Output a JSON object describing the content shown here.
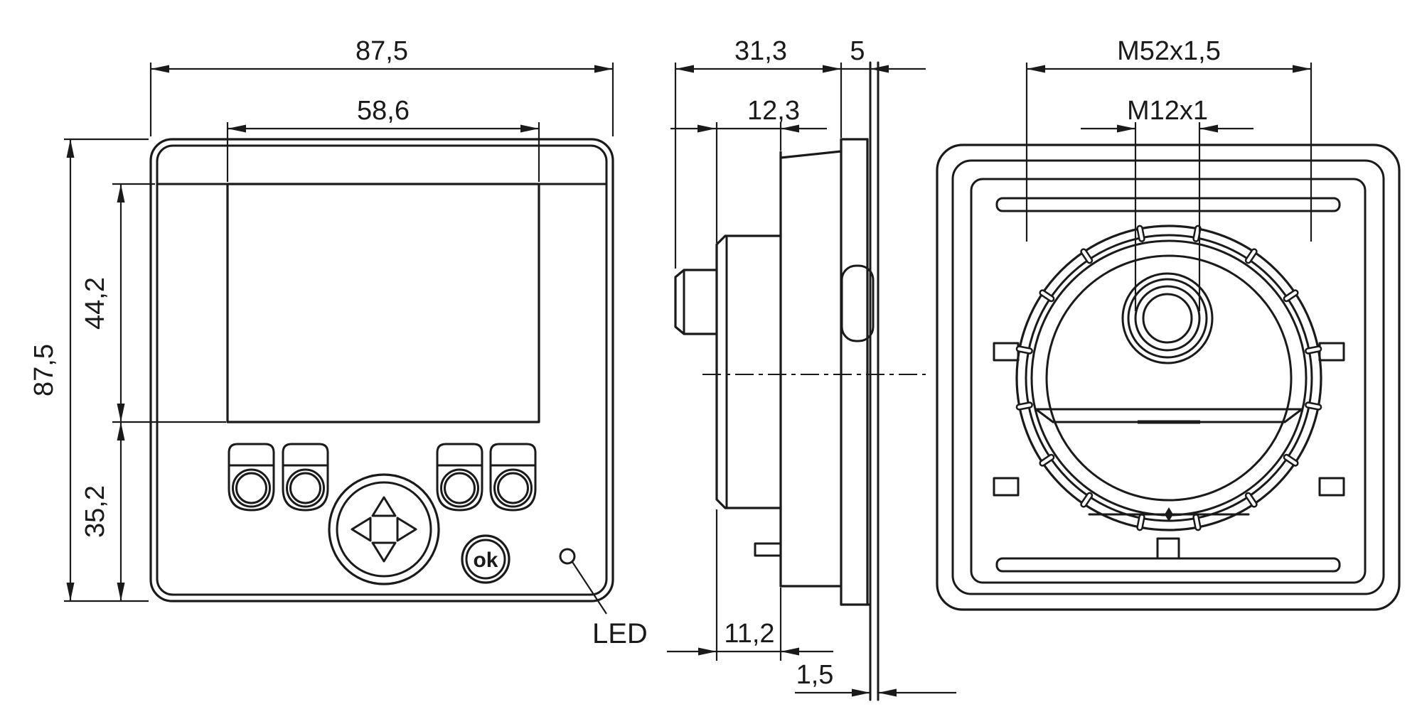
{
  "drawing": {
    "background": "#ffffff",
    "line_color": "#1a1a1a",
    "views": {
      "front": {
        "dims": {
          "overall_width": "87,5",
          "display_width": "58,6",
          "overall_height": "87,5",
          "display_height": "44,2",
          "keypad_height": "35,2"
        },
        "led_label": "LED",
        "ok_label": "ok"
      },
      "side": {
        "dims": {
          "mounting_depth": "31,3",
          "bezel_depth": "5",
          "thread_depth": "12,3",
          "rear_depth": "11,2",
          "panel_thickness": "1,5"
        }
      },
      "rear": {
        "dims": {
          "mounting_thread": "M52x1,5",
          "connector_thread": "M12x1"
        }
      }
    }
  }
}
